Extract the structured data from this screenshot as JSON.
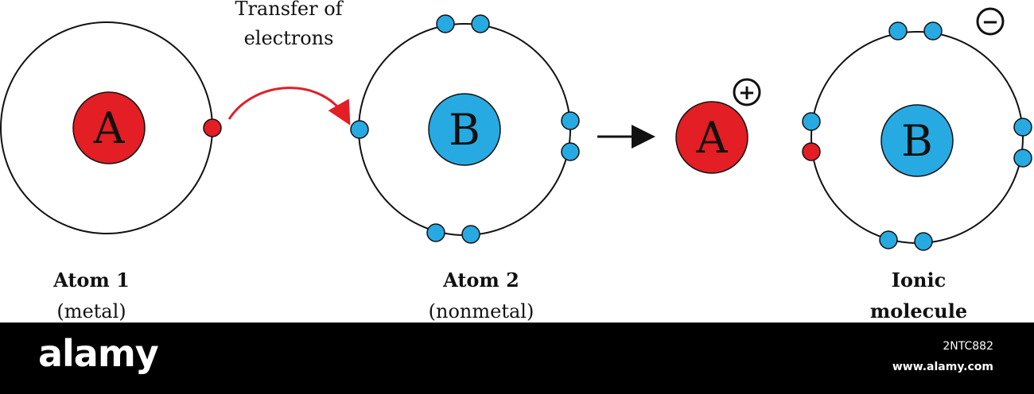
{
  "transfer_label": {
    "line1": "Transfer of",
    "line2": "electrons"
  },
  "atom1": {
    "symbol": "A",
    "title": "Atom 1",
    "subtitle": "(metal)"
  },
  "atom2": {
    "symbol": "B",
    "title": "Atom 2",
    "subtitle": "(nonmetal)"
  },
  "cation": {
    "symbol": "A",
    "charge": "+"
  },
  "anion": {
    "symbol": "B",
    "charge": "−"
  },
  "molecule": {
    "title_line1": "Ionic",
    "title_line2": "molecule"
  },
  "colors": {
    "metal_red": "#e31e24",
    "nonmetal_blue": "#27aae1",
    "arrow_red": "#e31e24",
    "orbit": "#111111"
  },
  "watermark": {
    "brand": "alamy",
    "image_id": "2NTC882",
    "site": "www.alamy.com"
  }
}
